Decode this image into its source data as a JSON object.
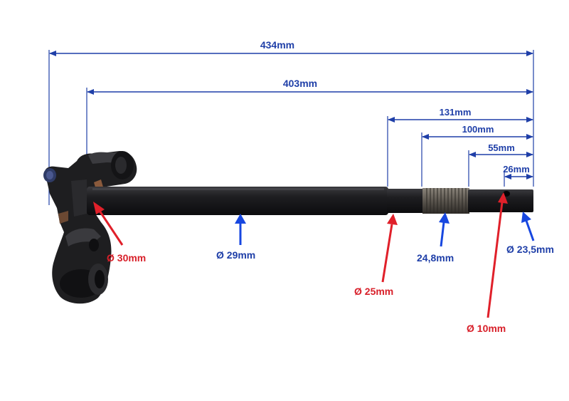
{
  "dimensions": {
    "overall_length": "434mm",
    "tube_length": "403mm",
    "length_131": "131mm",
    "length_100": "100mm",
    "length_55": "55mm",
    "length_26": "26mm"
  },
  "diameters": {
    "clamp_bore": "Ø 30mm",
    "tube_main": "Ø 29mm",
    "tube_step": "Ø 25mm",
    "thread": "24,8mm",
    "tip": "Ø 23,5mm",
    "hole": "Ø 10mm"
  },
  "colors": {
    "dimension_blue": "#1f3fa8",
    "arrow_blue": "#1747e0",
    "arrow_red": "#e0202a",
    "part_black": "#1c1c1e"
  }
}
